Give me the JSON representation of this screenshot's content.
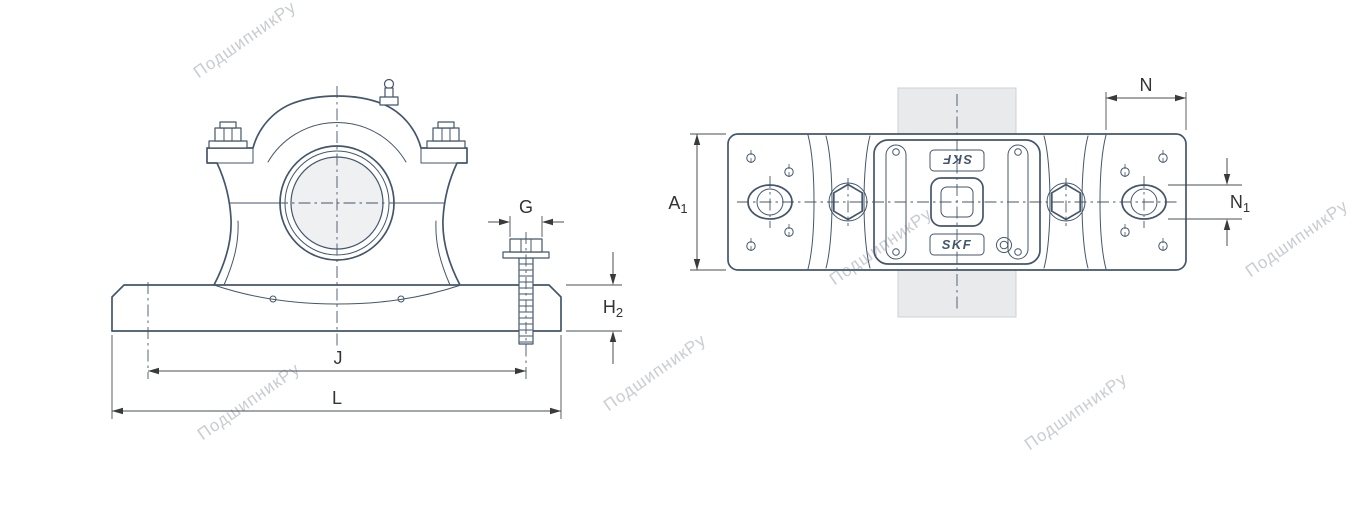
{
  "watermark": {
    "text": "ПодшипникРу"
  },
  "brand": {
    "logo_text": "SKF"
  },
  "dimensions": {
    "G": "G",
    "H2": {
      "base": "H",
      "sub": "2"
    },
    "J": "J",
    "L": "L",
    "A1": {
      "base": "A",
      "sub": "1"
    },
    "N": "N",
    "N1": {
      "base": "N",
      "sub": "1"
    }
  },
  "colors": {
    "line": "#44566b",
    "dim_line": "#4a4f55",
    "dim_text": "#333333",
    "arrow": "#3a3a3a",
    "shaft_fill": "#e9eaec",
    "shaft_edge": "#cdd1d4",
    "bore_fill": "#eef0f2",
    "watermark": "#c8ccd1",
    "background": "#ffffff"
  }
}
